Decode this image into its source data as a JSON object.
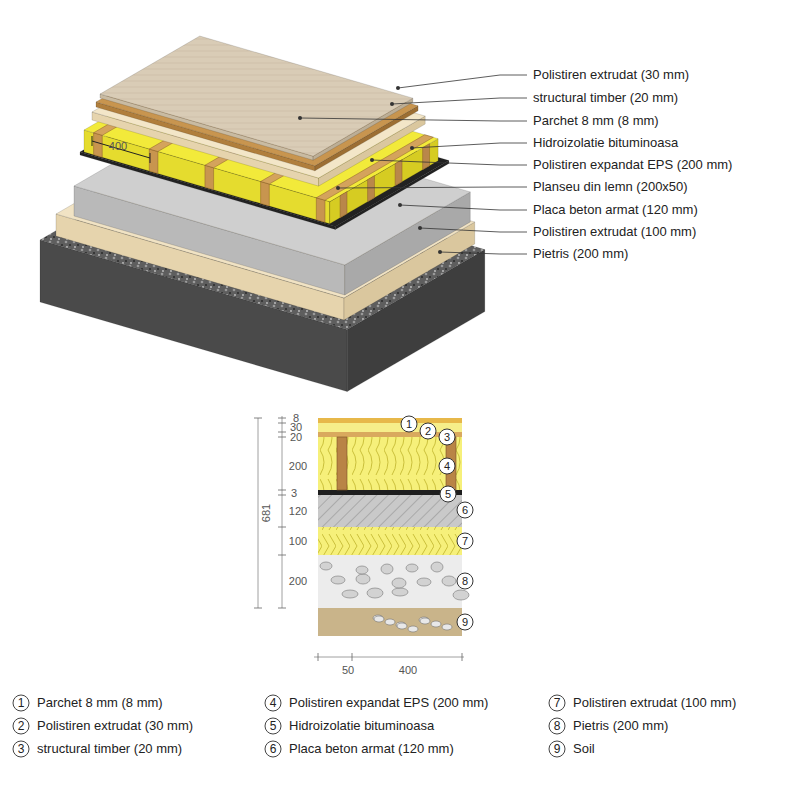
{
  "diagram": {
    "labels": [
      "Polistiren extrudat (30 mm)",
      "structural timber (20 mm)",
      "Parchet 8 mm (8 mm)",
      "Hidroizolatie bituminoasa",
      "Polistiren expandat EPS (200 mm)",
      "Planseu din lemn (200x50)",
      "Placa beton armat (120 mm)",
      "Polistiren extrudat (100 mm)",
      "Pietris (200 mm)",
      "400",
      "8",
      "30",
      "20",
      "200",
      "3",
      "120",
      "100",
      "200",
      "681",
      "50",
      "400",
      "1",
      "2",
      "3",
      "4",
      "5",
      "6",
      "7",
      "8",
      "9",
      "1",
      "2",
      "3",
      "4",
      "5",
      "6",
      "7",
      "8",
      "9"
    ],
    "legend": [
      {
        "text": "Parchet 8 mm (8 mm)"
      },
      {
        "text": "Polistiren extrudat (30 mm)"
      },
      {
        "text": "structural timber (20 mm)"
      },
      {
        "text": "Polistiren expandat EPS (200 mm)"
      },
      {
        "text": "Hidroizolatie bituminoasa"
      },
      {
        "text": "Placa beton armat (120 mm)"
      },
      {
        "text": "Polistiren extrudat (100 mm)"
      },
      {
        "text": "Pietris (200 mm)"
      },
      {
        "text": "Soil"
      }
    ]
  }
}
